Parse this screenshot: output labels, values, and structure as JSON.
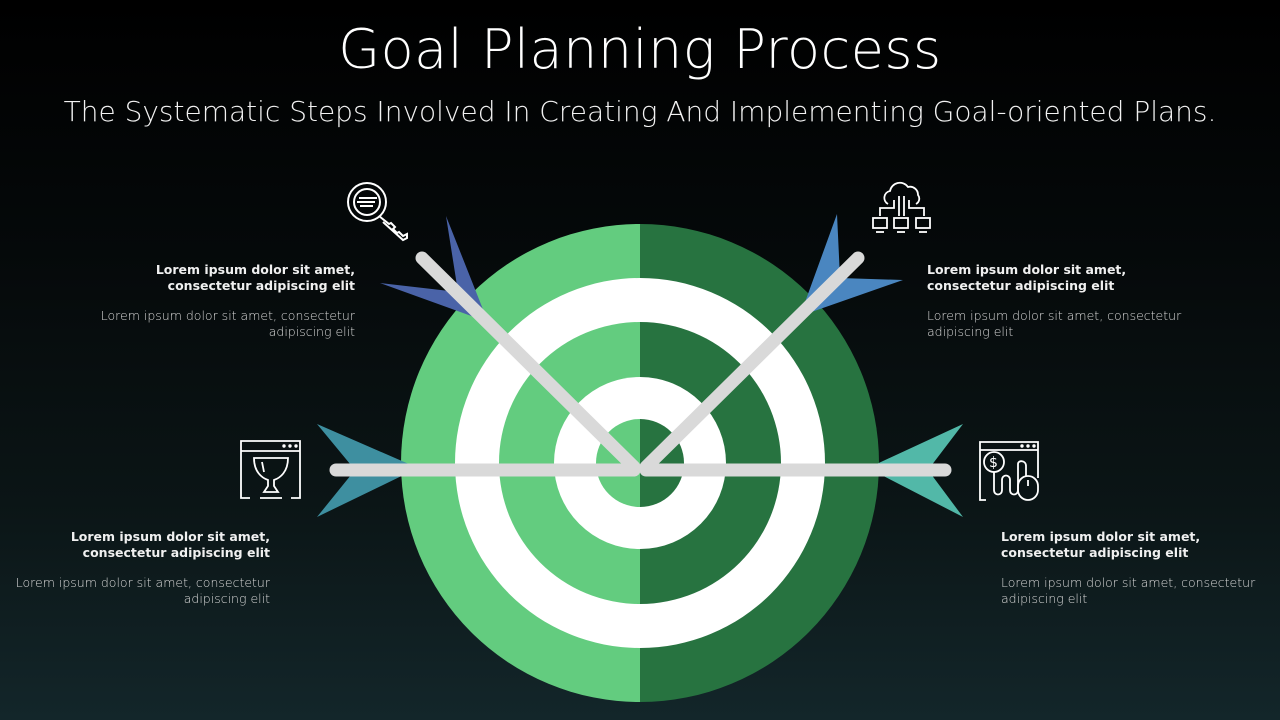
{
  "header": {
    "title": "Goal Planning Process",
    "subtitle": "The Systematic Steps Involved In Creating And Implementing Goal-oriented Plans."
  },
  "colors": {
    "light_green": "#63cc7f",
    "dark_green": "#277340",
    "white_ring": "#ffffff",
    "arrow_shaft": "#d9d9d9",
    "fletch_top_left": "#4a63a8",
    "fletch_top_right": "#4a86c0",
    "fletch_bottom_left": "#3e8fa0",
    "fletch_bottom_right": "#52b8a8"
  },
  "steps": [
    {
      "position": "top-left",
      "icon": "search-key-icon",
      "heading_line1": "Lorem ipsum dolor sit amet,",
      "heading_line2": "consectetur adipiscing elit",
      "body_line1": "Lorem ipsum dolor  sit amet, consectetur",
      "body_line2": "adipiscing  elit"
    },
    {
      "position": "top-right",
      "icon": "cloud-network-icon",
      "heading_line1": "Lorem ipsum dolor sit amet,",
      "heading_line2": "consectetur adipiscing elit",
      "body_line1": "Lorem ipsum dolor  sit amet, consectetur",
      "body_line2": "adipiscing  elit"
    },
    {
      "position": "bottom-left",
      "icon": "trophy-window-icon",
      "heading_line1": "Lorem ipsum dolor sit amet,",
      "heading_line2": "consectetur adipiscing elit",
      "body_line1": "Lorem ipsum dolor  sit amet, consectetur",
      "body_line2": "adipiscing  elit"
    },
    {
      "position": "bottom-right",
      "icon": "dollar-mouse-icon",
      "heading_line1": "Lorem ipsum dolor sit amet,",
      "heading_line2": "consectetur adipiscing elit",
      "body_line1": "Lorem ipsum dolor  sit amet, consectetur",
      "body_line2": "adipiscing  elit"
    }
  ]
}
